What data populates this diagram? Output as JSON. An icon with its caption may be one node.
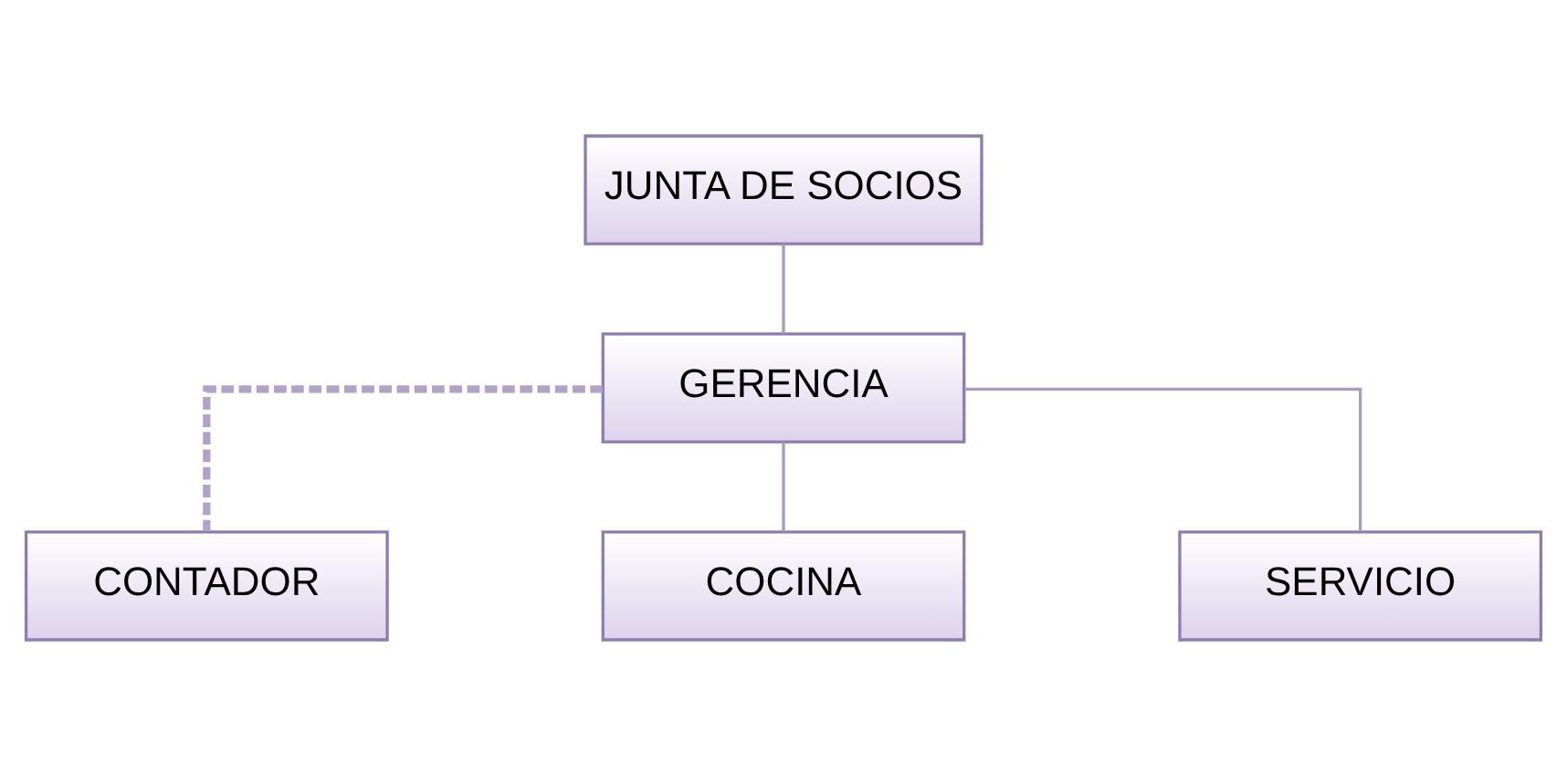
{
  "diagram": {
    "nodes": [
      {
        "text": [
          "JUNTA DE SOCIOS"
        ]
      },
      {
        "text": [
          "GERENCIA"
        ]
      },
      {
        "text": [
          "CONTADOR"
        ]
      },
      {
        "text": [
          "COCINA"
        ]
      },
      {
        "text": [
          "SERVICIO"
        ]
      }
    ],
    "edges": [
      {
        "from": 0,
        "to": 1,
        "arrow": "none"
      },
      {
        "from": 1,
        "to": 2,
        "arrow": "none",
        "style": "dashed",
        "color": "#b3a2c7"
      },
      {
        "from": 1,
        "to": 3,
        "arrow": "none"
      },
      {
        "from": 1,
        "to": 4,
        "arrow": "none"
      }
    ]
  }
}
